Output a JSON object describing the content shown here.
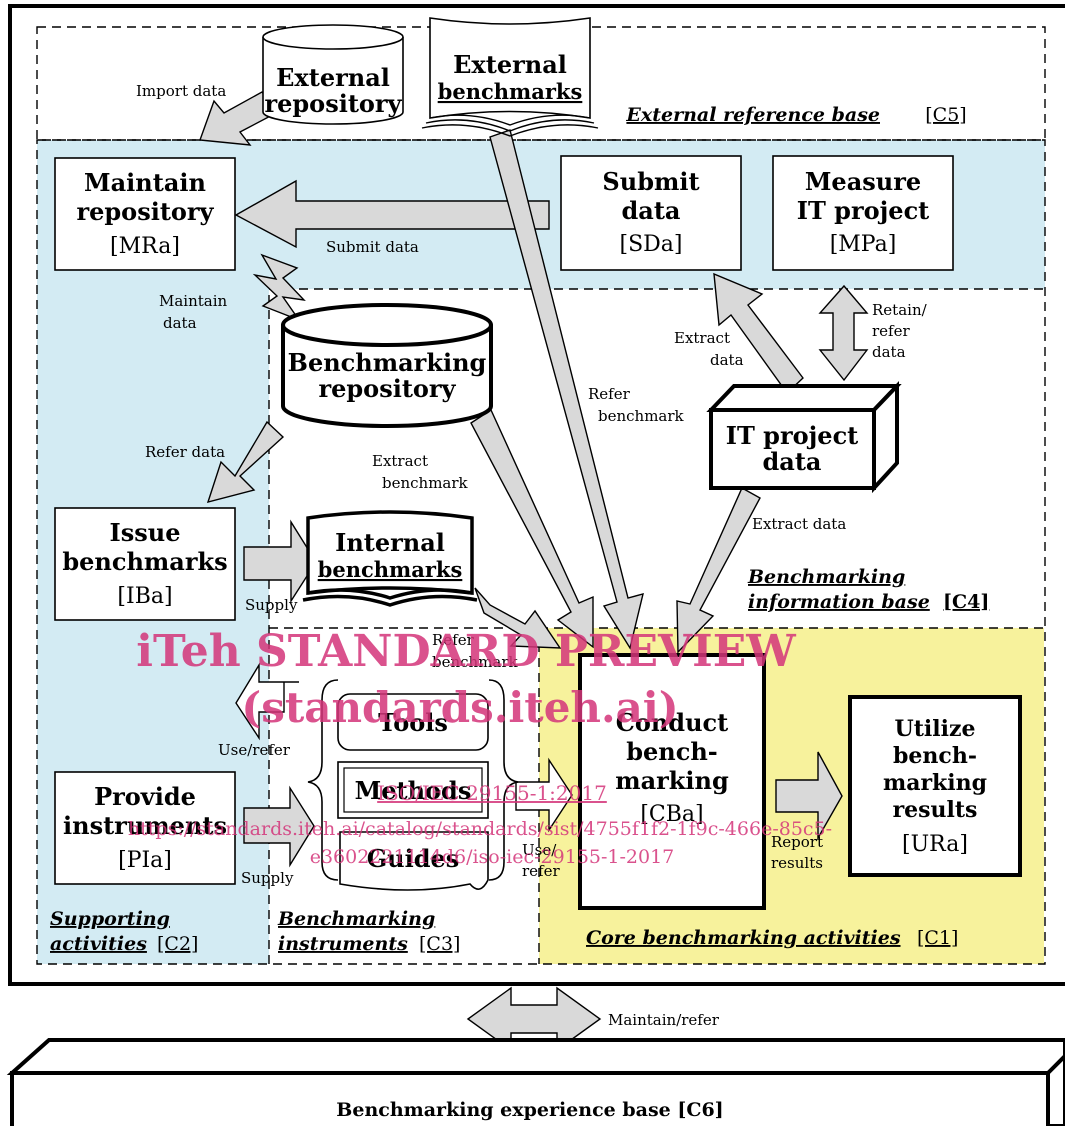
{
  "regions": {
    "c5": {
      "title": "External reference base",
      "code": "[C5]"
    },
    "c4": {
      "title_line1": "Benchmarking",
      "title_line2": "information base",
      "code": "[C4]"
    },
    "c2": {
      "title_line1": "Supporting",
      "title_line2": "activities",
      "code": "[C2]"
    },
    "c3": {
      "title_line1": "Benchmarking",
      "title_line2": "instruments",
      "code": "[C3]"
    },
    "c1": {
      "title": "Core  benchmarking activities",
      "code": "[C1]"
    },
    "c6": {
      "title": "Benchmarking experience base [C6]"
    }
  },
  "nodes": {
    "external_repository": {
      "line1": "External",
      "line2": "repository"
    },
    "external_benchmarks": {
      "line1": "External",
      "line2": "benchmarks"
    },
    "maintain_repository": {
      "line1": "Maintain",
      "line2": "repository",
      "code": "[MRa]"
    },
    "submit_data": {
      "line1": "Submit",
      "line2": "data",
      "code": "[SDa]"
    },
    "measure_it_project": {
      "line1": "Measure",
      "line2": "IT project",
      "code": "[MPa]"
    },
    "benchmarking_repository": {
      "line1": "Benchmarking",
      "line2": "repository"
    },
    "it_project_data": {
      "line1": "IT project",
      "line2": "data"
    },
    "issue_benchmarks": {
      "line1": "Issue",
      "line2": "benchmarks",
      "code": "[IBa]"
    },
    "internal_benchmarks": {
      "line1": "Internal",
      "line2": "benchmarks"
    },
    "tools": {
      "label": "Tools"
    },
    "methods": {
      "label": "Methods"
    },
    "guides": {
      "label": "Guides"
    },
    "provide_instruments": {
      "line1": "Provide",
      "line2": "instruments",
      "code": "[PIa]"
    },
    "conduct_benchmarking": {
      "line1": "Conduct",
      "line2": "bench-",
      "line3": "marking",
      "code": "[CBa]"
    },
    "utilize_results": {
      "line1": "Utilize",
      "line2": "bench-",
      "line3": "marking",
      "line4": "results",
      "code": "[URa]"
    }
  },
  "edge_labels": {
    "import_data": "Import data",
    "submit_data": "Submit data",
    "maintain_data_1": "Maintain",
    "maintain_data_2": "data",
    "refer_data": "Refer data",
    "extract_benchmark_1": "Extract",
    "extract_benchmark_2": "benchmark",
    "refer_benchmark_1": "Refer",
    "refer_benchmark_2": "benchmark",
    "extract_data_1": "Extract",
    "extract_data_2": "data",
    "retain_refer_1": "Retain/",
    "retain_refer_2": "refer",
    "retain_refer_3": "data",
    "extract_data_low": "Extract data",
    "supply_1": "Supply",
    "refer_benchmark_low_1": "Refer",
    "refer_benchmark_low_2": "benchmark",
    "use_refer_left": "Use/refer",
    "supply_2": "Supply",
    "use_refer_right_1": "Use/",
    "use_refer_right_2": "refer",
    "report_results_1": "Report",
    "report_results_2": "results",
    "maintain_refer": "Maintain/refer"
  },
  "watermark": {
    "line1": "iTeh STANDARD PREVIEW",
    "line2": "(standards.iteh.ai)",
    "line3": "ISO/IEC 29155-1:2017",
    "line4": "https://standards.iteh.ai/catalog/standards/sist/4755f1f2-1f9c-466e-85c5-",
    "line5": "e3602221114d6/iso-iec-29155-1-2017"
  },
  "colors": {
    "supporting_bg": "#d3ebf3",
    "core_bg": "#f7f29c",
    "arrow_fill": "#d9d9d9",
    "watermark": "#d4357a"
  }
}
